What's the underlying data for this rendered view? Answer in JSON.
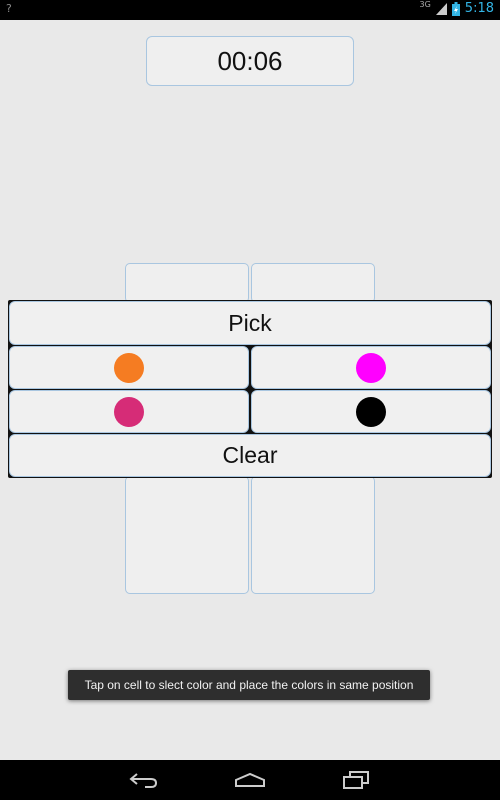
{
  "status_bar": {
    "left_text": "?",
    "network": "3G",
    "time": "5:18",
    "signal_icon": "signal-icon",
    "battery_icon": "battery-charging-icon"
  },
  "timer": {
    "value": "00:06"
  },
  "picker": {
    "pick_label": "Pick",
    "clear_label": "Clear",
    "colors": [
      {
        "name": "orange",
        "hex": "#f57c22"
      },
      {
        "name": "magenta",
        "hex": "#ff00ff"
      },
      {
        "name": "crimson",
        "hex": "#d62c77"
      },
      {
        "name": "black",
        "hex": "#000000"
      }
    ]
  },
  "toast": {
    "message": "Tap on cell to slect color and place the colors in same position"
  },
  "nav": {
    "back_icon": "back-icon",
    "home_icon": "home-icon",
    "recents_icon": "recent-apps-icon"
  },
  "theme": {
    "accent": "#33b5e5",
    "border": "#a9c6e0",
    "background": "#e9e9e9"
  }
}
